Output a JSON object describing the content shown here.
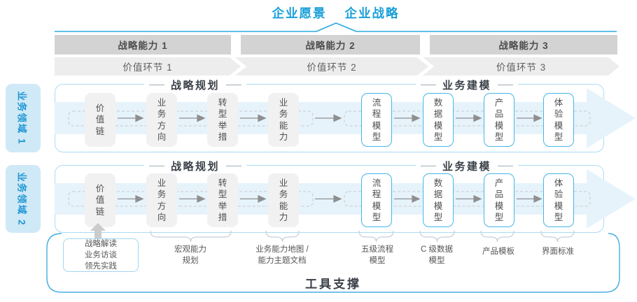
{
  "header": {
    "vision": "企业愿景",
    "strategy": "企业战略"
  },
  "strategic_capabilities": [
    "战略能力 1",
    "战略能力 2",
    "战略能力 3"
  ],
  "value_links": [
    "价值环节 1",
    "价值环节 2",
    "价值环节 3"
  ],
  "business_domains": [
    "业务领域 1",
    "业务领域 2"
  ],
  "row_sections": {
    "planning": "战略规划",
    "modeling": "业务建模"
  },
  "flow_boxes": {
    "gray": [
      "价值链",
      "业务方向",
      "转型举措",
      "业务能力"
    ],
    "blue": [
      "流程模型",
      "数据模型",
      "产品模型",
      "体验模型"
    ]
  },
  "annotations": {
    "practice_box": "战略解读\n业务访谈\n领先实践",
    "macro_capability": "宏观能力\n规划",
    "capability_map": "业务能力地图 /\n能力主题文档",
    "process_model": "五级流程\n模型",
    "data_model": "C 级数据\n模型",
    "product_template": "产品模板",
    "ui_standard": "界面标准"
  },
  "tools": {
    "label": "工具支撑"
  },
  "colors": {
    "accent_blue": "#1a9fd9",
    "top_line_blue": "#29a8e0",
    "light_blue_border": "#a9dcf3",
    "box_blue_border": "#45b6e8",
    "band_fill": "#e6f3fb",
    "gray_band": "#d3d3d3",
    "chevron_band": "#ededed",
    "gray_box": "#f1f1f1",
    "domain_label_bg": "#cfe9f7"
  }
}
